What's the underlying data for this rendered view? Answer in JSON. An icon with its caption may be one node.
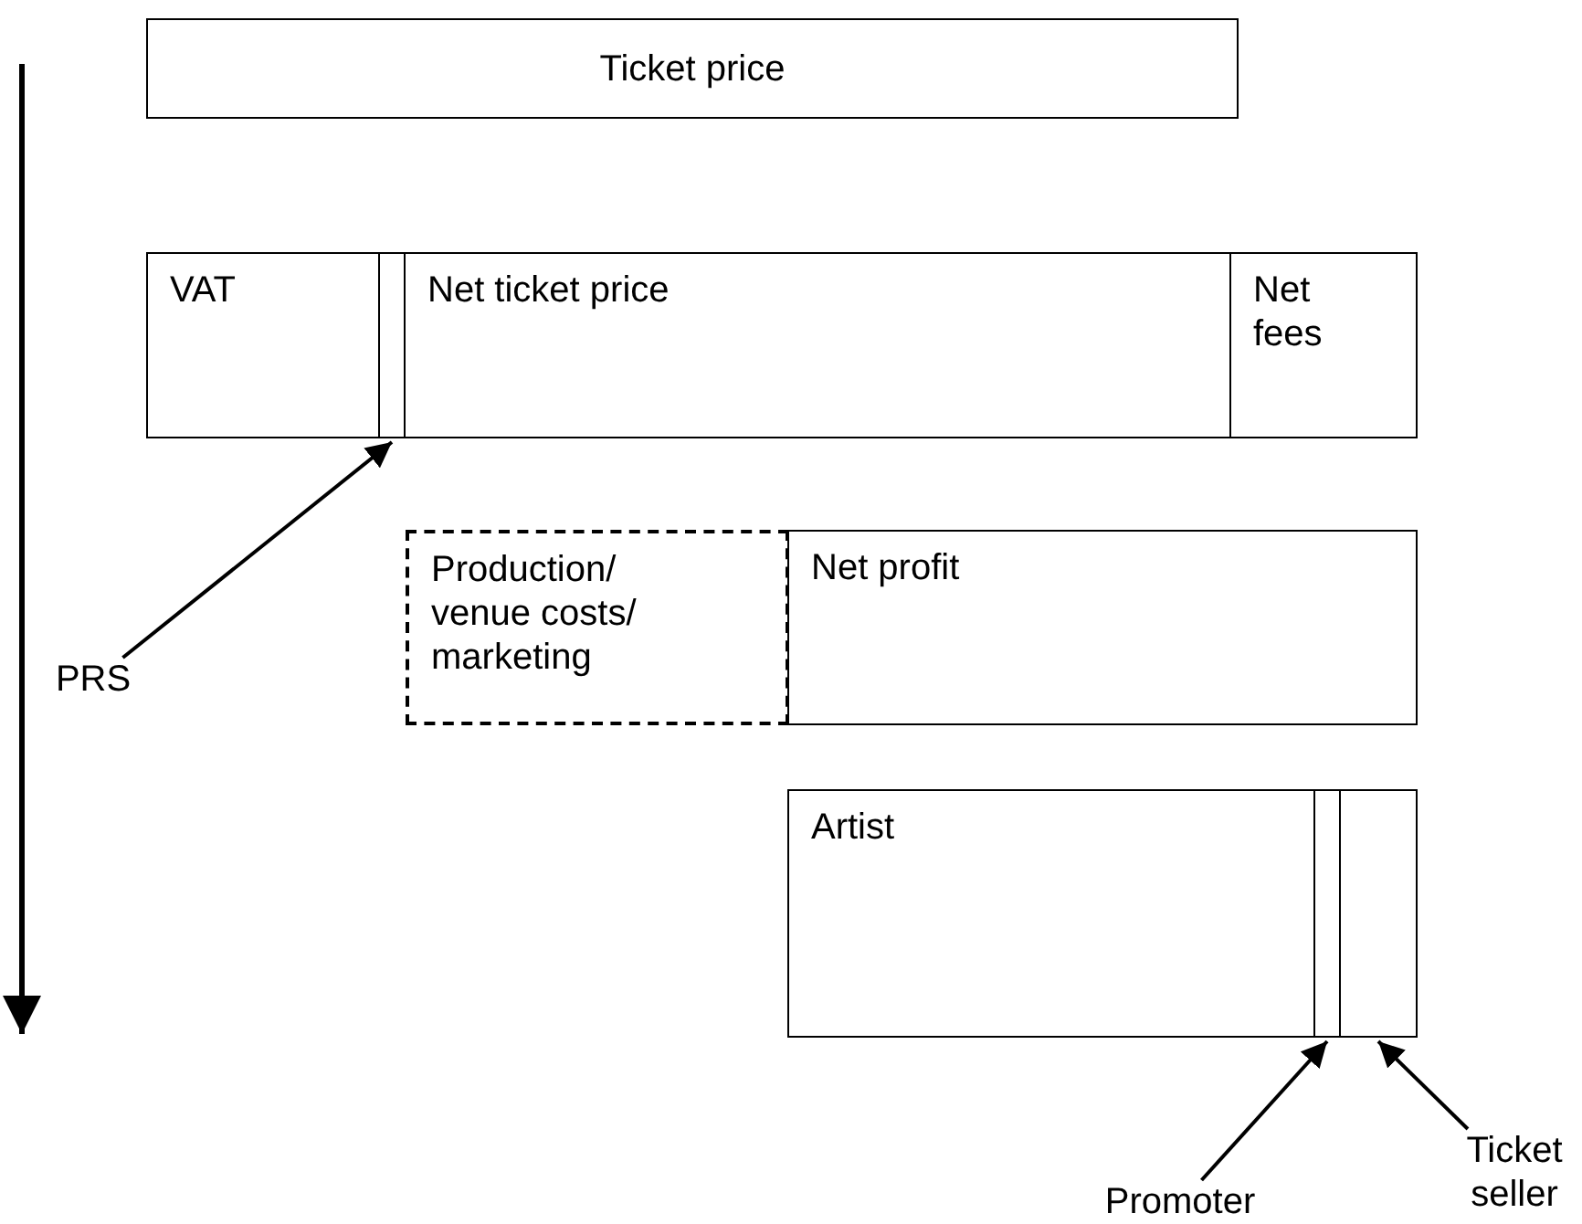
{
  "diagram": {
    "nodes": [
      {
        "text": [
          "Ticket price"
        ]
      },
      {
        "text": [
          "VAT"
        ]
      },
      {
        "text": [],
        "shape": "bar"
      },
      {
        "text": [
          "Net ticket price"
        ]
      },
      {
        "text": [
          "Net fees"
        ]
      },
      {
        "text": [
          "Production/ venue costs/ marketing"
        ]
      },
      {
        "text": [
          "Net profit"
        ]
      },
      {
        "text": [
          "Artist"
        ]
      },
      {
        "text": [],
        "shape": "bar"
      },
      {
        "text": [],
        "shape": "bar"
      },
      {
        "text": [
          "PRS"
        ]
      },
      {
        "text": [
          "Promoter"
        ]
      },
      {
        "text": [
          "Ticket seller"
        ]
      }
    ],
    "edges": [
      {
        "from": 10,
        "to": 2,
        "arrow": "to"
      },
      {
        "from": 11,
        "to": 8,
        "arrow": "to"
      },
      {
        "from": 12,
        "to": 9,
        "arrow": "to"
      }
    ]
  }
}
